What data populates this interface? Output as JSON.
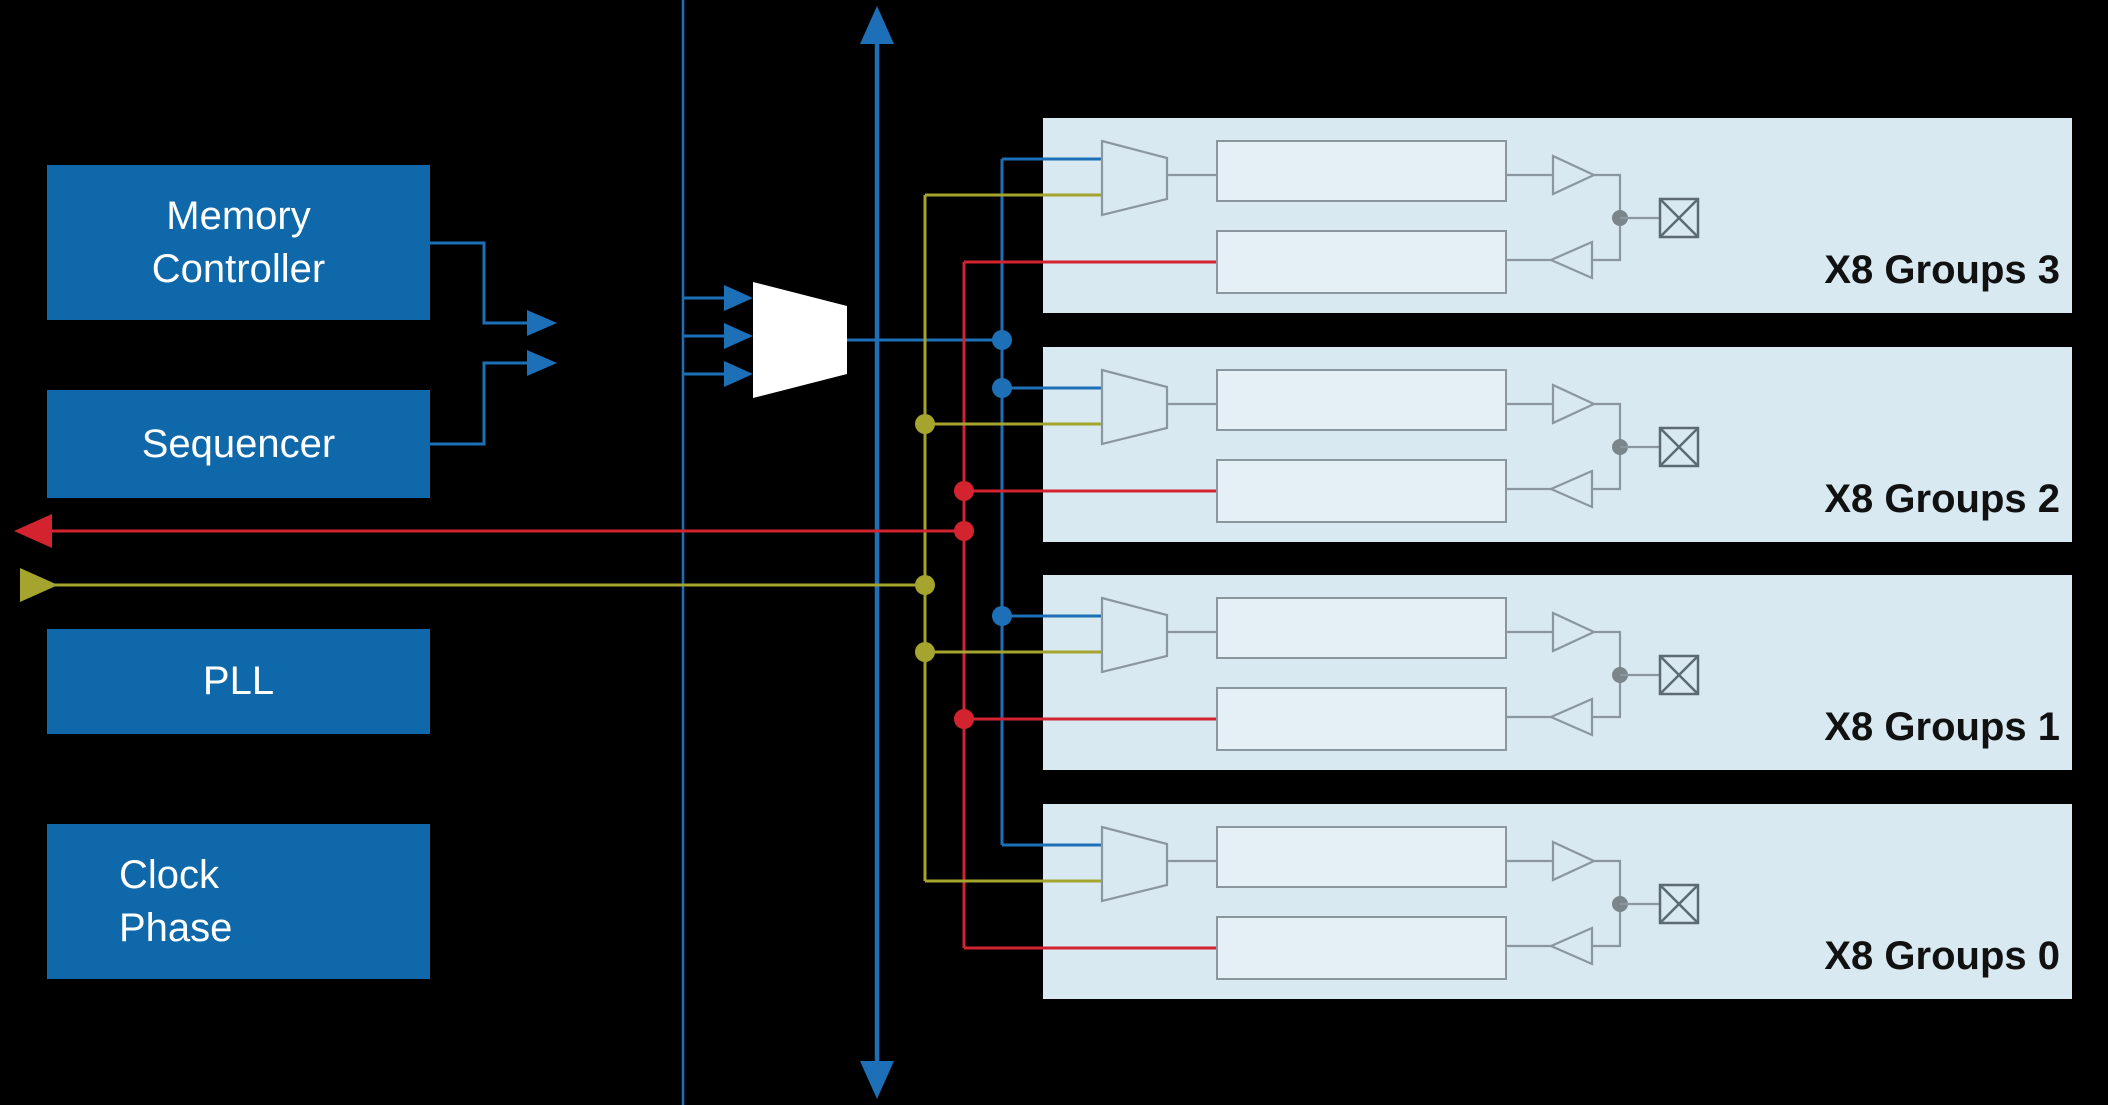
{
  "diagram": {
    "left_blocks": [
      {
        "label": "Memory Controller",
        "lines": [
          "Memory",
          "Controller"
        ]
      },
      {
        "label": "Sequencer",
        "lines": [
          "Sequencer"
        ]
      },
      {
        "label": "PLL",
        "lines": [
          "PLL"
        ]
      },
      {
        "label": "Clock Phase",
        "lines": [
          "Clock",
          "Phase"
        ]
      }
    ],
    "groups": [
      {
        "label": "X8 Groups 3"
      },
      {
        "label": "X8 Groups 2"
      },
      {
        "label": "X8 Groups 1"
      },
      {
        "label": "X8 Groups 0"
      }
    ],
    "colors": {
      "background": "#000000",
      "block_blue": "#0f68a9",
      "block_text": "#ffffff",
      "group_background": "#d9e9f1",
      "inner_rect": "#e4f0f6",
      "outline_gray": "#8a979e",
      "wire_blue": "#1d70b7",
      "wire_red": "#d2232e",
      "wire_olive": "#a4a42e",
      "pad_gray": "#5c6b73",
      "junction_gray": "#7a868c",
      "label_text": "#111111"
    },
    "icons": {
      "mux": "trapezoid-shape",
      "io_pad": "boxed-x",
      "wire_arrow": "solid-triangle",
      "junction": "filled-dot",
      "bus_ends": "double-headed-vertical-arrow"
    }
  }
}
